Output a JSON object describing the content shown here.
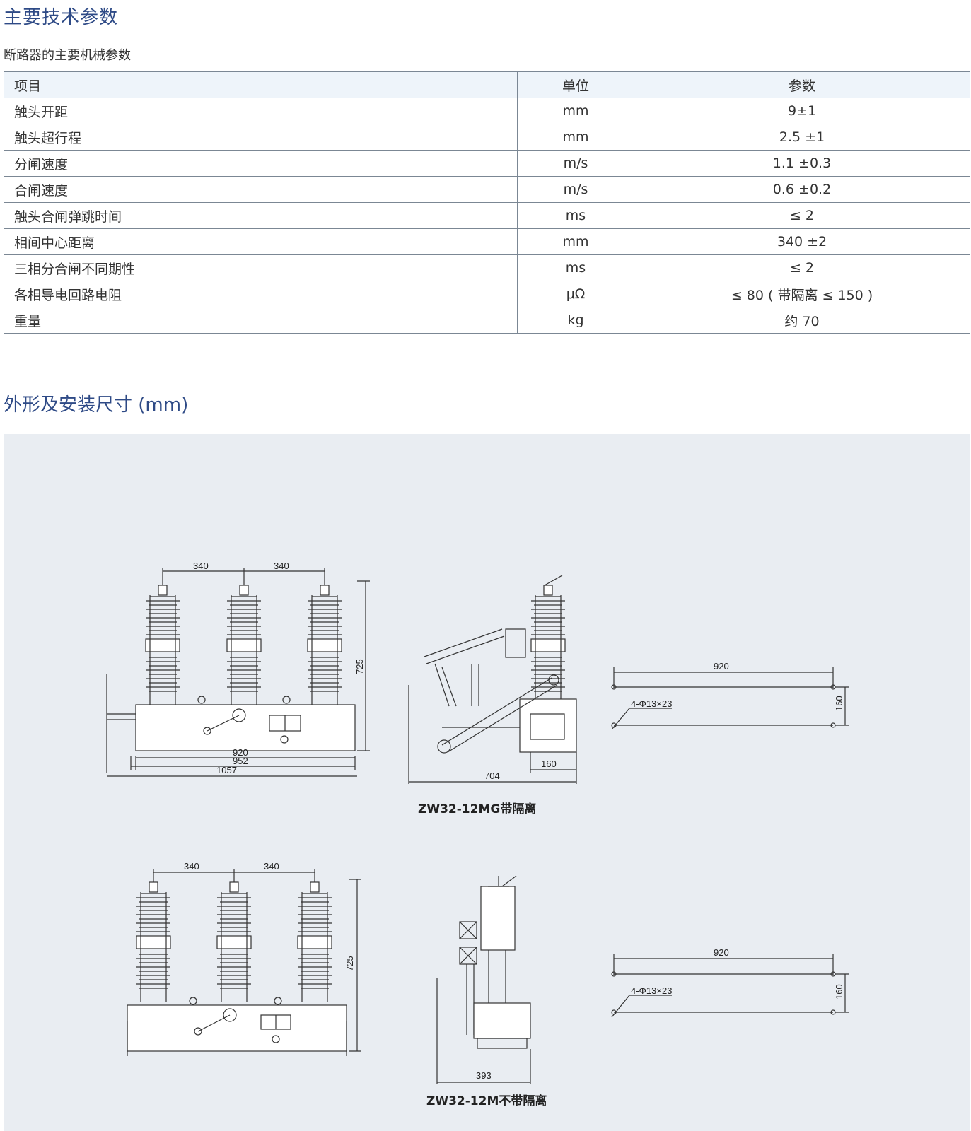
{
  "header": {
    "title": "主要技术参数",
    "subtitle": "断路器的主要机械参数"
  },
  "table": {
    "columns": [
      "项目",
      "单位",
      "参数"
    ],
    "rows": [
      [
        "触头开距",
        "mm",
        "9±1"
      ],
      [
        "触头超行程",
        "mm",
        "2.5 ±1"
      ],
      [
        "分闸速度",
        "m/s",
        "1.1 ±0.3"
      ],
      [
        "合闸速度",
        "m/s",
        "0.6 ±0.2"
      ],
      [
        "触头合闸弹跳时间",
        "ms",
        "≤ 2"
      ],
      [
        "相间中心距离",
        "mm",
        "340 ±2"
      ],
      [
        "三相分合闸不同期性",
        "ms",
        "≤ 2"
      ],
      [
        "各相导电回路电阻",
        "μΩ",
        "≤ 80 ( 带隔离 ≤ 150 )"
      ],
      [
        "重量",
        "kg",
        "约 70"
      ]
    ]
  },
  "section2": {
    "title": "外形及安装尺寸 (mm)"
  },
  "drawing1": {
    "caption": "ZW32-12MG带隔离",
    "dims": {
      "pitch_a": "340",
      "pitch_b": "340",
      "height": "725",
      "w920": "920",
      "w952": "952",
      "w1057": "1057",
      "side_width": "704",
      "side_160": "160",
      "mount_width": "920",
      "mount_depth": "160",
      "holes": "4-Φ13×23"
    }
  },
  "drawing2": {
    "caption": "ZW32-12M不带隔离",
    "dims": {
      "pitch_a": "340",
      "pitch_b": "340",
      "height": "725",
      "side_width": "393",
      "mount_width": "920",
      "mount_depth": "160",
      "holes": "4-Φ13×23"
    }
  }
}
